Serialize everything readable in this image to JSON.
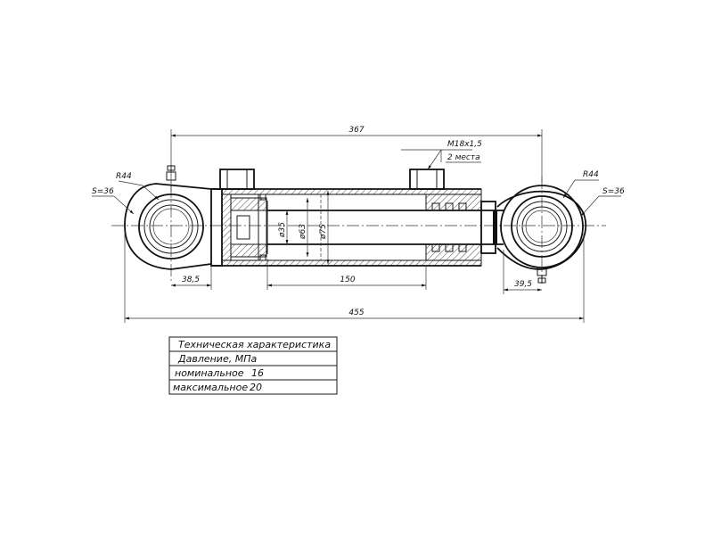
{
  "dimensions": {
    "overall_pin_to_pin": "367",
    "total_length": "455",
    "eye_left_offset": "38,5",
    "eye_right_offset": "39,5",
    "piston_travel": "150",
    "rod_dia": "ø35",
    "bore_dia": "ø63",
    "tube_dia": "ø75",
    "port_thread": "M18x1,5",
    "port_count": "2 места",
    "eye_left_radius": "R44",
    "eye_right_radius": "R44",
    "eye_left_width": "S=36",
    "eye_right_width": "S=36"
  },
  "spec_table": {
    "title": "Техническая характеристика",
    "pressure_label": "Давление, МПа",
    "nominal_label": "номинальное",
    "nominal_value": "16",
    "maximal_label": "максимальное",
    "maximal_value": "20"
  }
}
